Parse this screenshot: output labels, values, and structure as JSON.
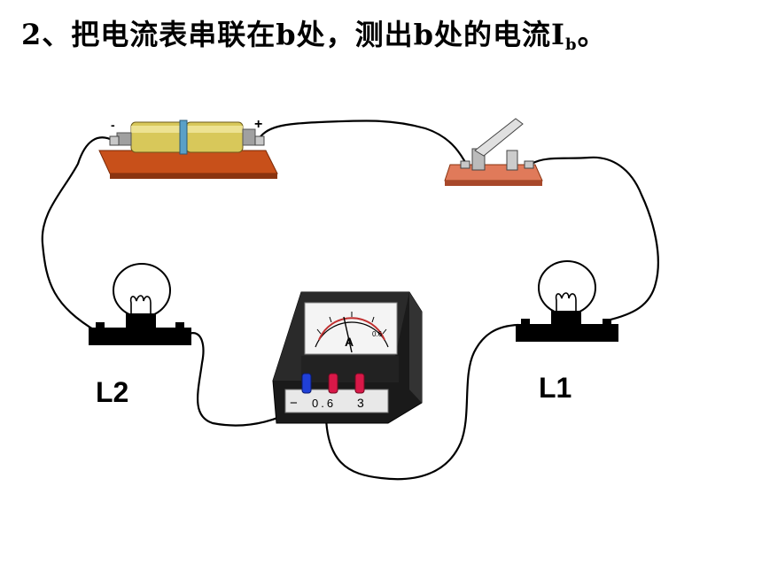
{
  "title": {
    "main": "2、把电流表串联在b处，测出b处的电流I",
    "subscript": "b",
    "end": "。"
  },
  "components": {
    "battery": {
      "minus_sign": "-",
      "plus_sign": "+"
    },
    "switch": {},
    "lamp_left": {
      "label": "L2"
    },
    "lamp_right": {
      "label": "L1"
    },
    "ammeter": {
      "unit": "A",
      "scale_small": "0.6",
      "terminals": [
        "−",
        "0.6",
        "3"
      ],
      "terminal_colors": [
        "#2040d8",
        "#d81848",
        "#d81848"
      ]
    }
  },
  "colors": {
    "wire": "#000000",
    "board": "#c8501a",
    "board_switch": "#e07a5a",
    "battery_body": "#d8c85a",
    "meter_body": "#1a1a1a"
  }
}
